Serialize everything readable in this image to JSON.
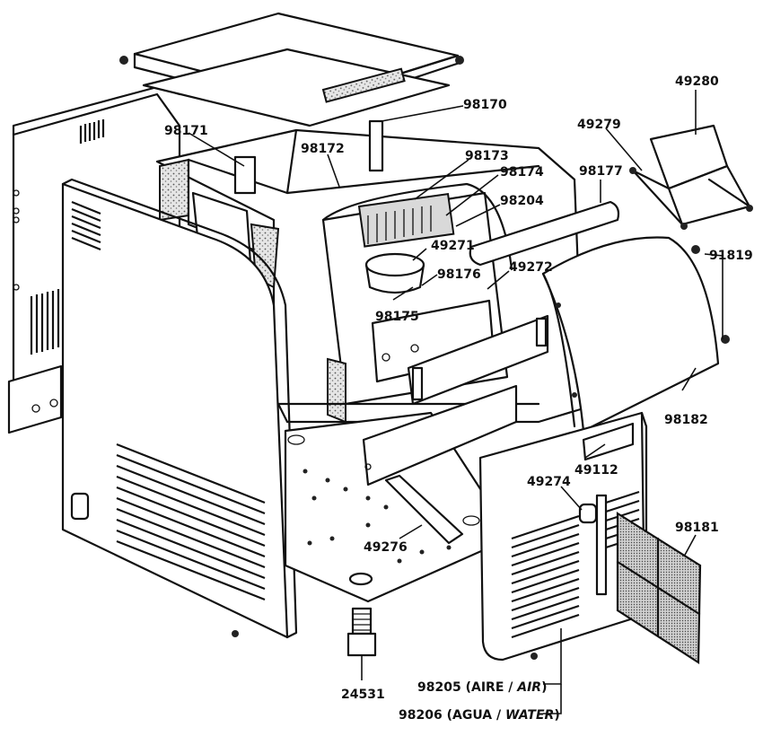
{
  "labels": {
    "p98170": "98170",
    "p98171": "98171",
    "p98172": "98172",
    "p98173": "98173",
    "p98174": "98174",
    "p98204": "98204",
    "p98177": "98177",
    "p49279": "49279",
    "p49280": "49280",
    "p91819": "91819",
    "p49271": "49271",
    "p98176": "98176",
    "p49272": "49272",
    "p98175": "98175",
    "p98182": "98182",
    "p49112": "49112",
    "p49274": "49274",
    "p98181": "98181",
    "p49276": "49276",
    "p24531": "24531"
  },
  "variants": {
    "air": {
      "code": "98205",
      "es": "AIRE",
      "sep": "/",
      "en": "AIR"
    },
    "water": {
      "code": "98206",
      "es": "AGUA",
      "sep": "/",
      "en": "WATER"
    }
  }
}
